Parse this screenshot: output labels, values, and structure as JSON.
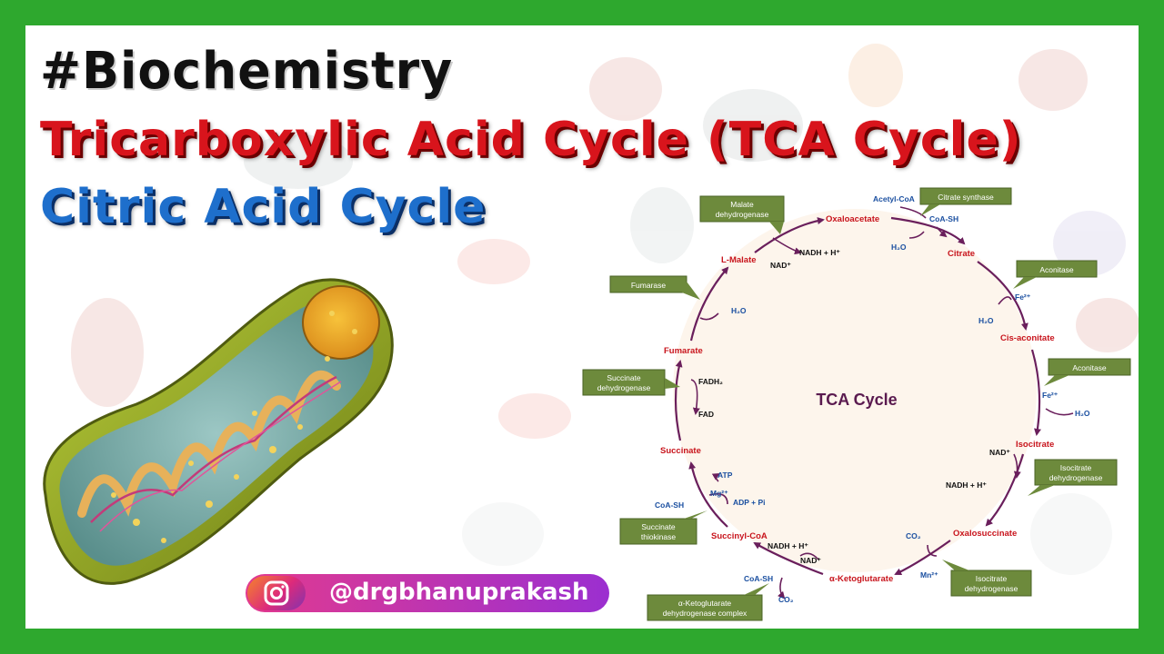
{
  "titles": {
    "hashtag": "#Biochemistry",
    "main": "Tricarboxylic Acid Cycle (TCA Cycle)",
    "sub": "Citric Acid Cycle"
  },
  "social": {
    "handle": "@drgbhanuprakash",
    "icon": "instagram-icon"
  },
  "cycle": {
    "center_label": "TCA Cycle",
    "metabolites": {
      "oxaloacetate": "Oxaloacetate",
      "citrate": "Citrate",
      "cis_aconitate": "Cis-aconitate",
      "isocitrate": "Isocitrate",
      "oxalosuccinate": "Oxalosuccinate",
      "ketoglutarate": "α-Ketoglutarate",
      "succinyl_coa": "Succinyl-CoA",
      "succinate": "Succinate",
      "fumarate": "Fumarate",
      "malate": "L-Malate"
    },
    "enzymes": {
      "citrate_synthase": "Citrate synthase",
      "aconitase_1": "Aconitase",
      "aconitase_2": "Aconitase",
      "isocitrate_dh_1_line1": "Isocitrate",
      "isocitrate_dh_1_line2": "dehydrogenase",
      "isocitrate_dh_2_line1": "Isocitrate",
      "isocitrate_dh_2_line2": "dehydrogenase",
      "akg_dh_line1": "α-Ketoglutarate",
      "akg_dh_line2": "dehydrogenase complex",
      "thiokinase_line1": "Succinate",
      "thiokinase_line2": "thiokinase",
      "succinate_dh_line1": "Succinate",
      "succinate_dh_line2": "dehydrogenase",
      "fumarase": "Fumarase",
      "malate_dh_line1": "Malate",
      "malate_dh_line2": "dehydrogenase"
    },
    "cofactors": {
      "acetyl_coa": "Acetyl-CoA",
      "coa_sh_1": "CoA-SH",
      "h2o_1": "H₂O",
      "fe_1": "Fe²⁺",
      "h2o_2": "H₂O",
      "fe_2": "Fe²⁺",
      "h2o_3": "H₂O",
      "nad_1": "NAD⁺",
      "nadh_1": "NADH + H⁺",
      "co2_1": "CO₂",
      "mn": "Mn²⁺",
      "nad_2": "NAD⁺",
      "nadh_2": "NADH + H⁺",
      "coa_sh_2": "CoA-SH",
      "co2_2": "CO₂",
      "atp": "ATP",
      "mg": "Mg²⁺",
      "adp_pi": "ADP + Pi",
      "coa_sh_3": "CoA-SH",
      "fadh2": "FADH₂",
      "fad": "FAD",
      "h2o_4": "H₂O",
      "nad_3": "NAD⁺",
      "nadh_3": "NADH + H⁺"
    }
  },
  "colors": {
    "frame": "#2ea82e",
    "title_red": "#d8141c",
    "title_blue": "#1e6fcc",
    "metabolite": "#c8141c",
    "cofactor_blue": "#1a4fa0",
    "enzyme_box": "#6d8a3c",
    "arrow": "#6a1f5c"
  }
}
